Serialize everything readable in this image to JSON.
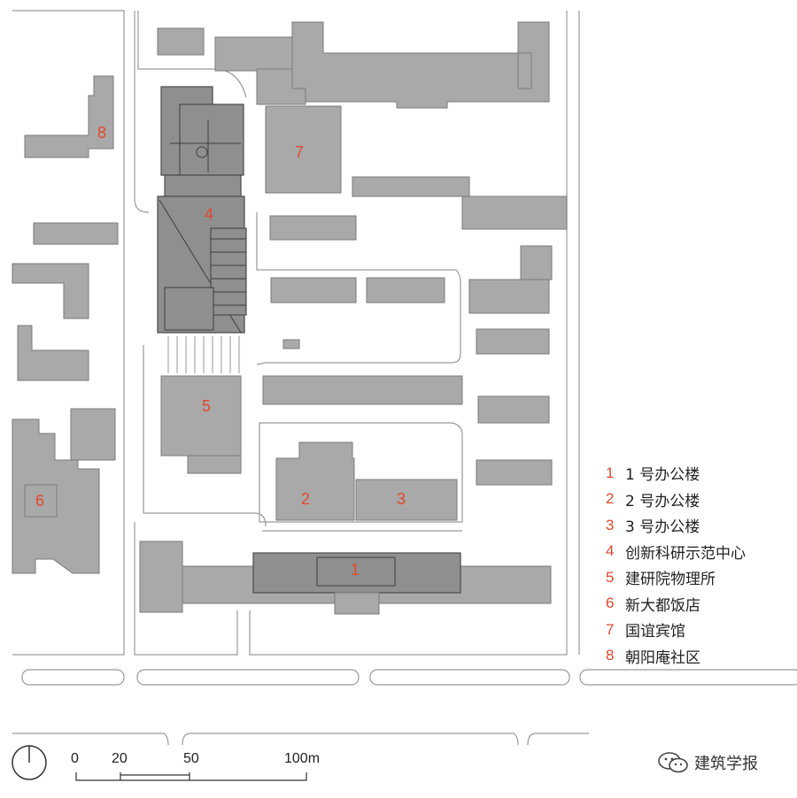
{
  "map_labels": [
    "1",
    "2",
    "3",
    "4",
    "5",
    "6",
    "7",
    "8"
  ],
  "legend": [
    {
      "num": "1",
      "text": "1 号办公楼"
    },
    {
      "num": "2",
      "text": "2 号办公楼"
    },
    {
      "num": "3",
      "text": "3 号办公楼"
    },
    {
      "num": "4",
      "text": "创新科研示范中心"
    },
    {
      "num": "5",
      "text": "建研院物理所"
    },
    {
      "num": "6",
      "text": "新大都饭店"
    },
    {
      "num": "7",
      "text": "国谊宾馆"
    },
    {
      "num": "8",
      "text": "朝阳庵社区"
    }
  ],
  "scale_bar": {
    "labels": [
      "0",
      "20",
      "50",
      "100m"
    ]
  },
  "watermark": {
    "text": "建筑学报",
    "icon": "wechat-icon"
  },
  "north_arrow": {
    "icon": "north-arrow-icon"
  },
  "colors": {
    "label": "#e2472b",
    "building": "#a9a9a9",
    "road": "#9a9a9a"
  }
}
